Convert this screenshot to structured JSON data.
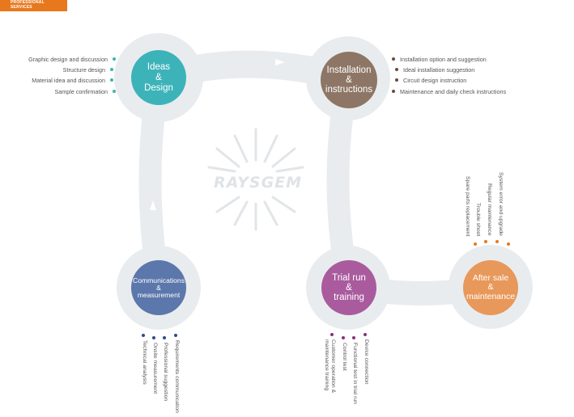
{
  "header": {
    "tag_line1": "PROFESSIONAL",
    "tag_line2": "SERVICES"
  },
  "logo": {
    "text": "RAYSGEM"
  },
  "colors": {
    "teal": "#3cb3b9",
    "brown": "#8d7665",
    "blue": "#5b77ab",
    "purple": "#a95b9e",
    "orange": "#e8985a",
    "track": "#e9ecee",
    "tag": "#e8781e"
  },
  "nodes": {
    "ideas": "Ideas\n&\nDesign",
    "installation": "Installation\n&\ninstructions",
    "communications": "Communications\n&\nmeasurement",
    "trial": "Trial run\n&\ntraining",
    "aftersale": "After sale\n&\nmaintenance"
  },
  "ideas_items": [
    "Graphic design and discussion",
    "Structure design",
    "Material idea and discussion",
    "Sample confirmation"
  ],
  "installation_items": [
    "Installation option and suggestion",
    "Ideal installation suggestion",
    "Circuit design instruction",
    "Maintenance and daily check instructions"
  ],
  "communications_items": [
    "Technical analysis",
    "Onsite measurement",
    "Professional suggestion",
    "Requirements communication"
  ],
  "trial_items": [
    "Customer operation &\nmaintenance training",
    "Control test",
    "Functional test in trial run",
    "Device connection"
  ],
  "aftersale_items": [
    "Spare parts replacement",
    "Trouble shoot",
    "Regular maintenance",
    "System error and upgrade"
  ]
}
